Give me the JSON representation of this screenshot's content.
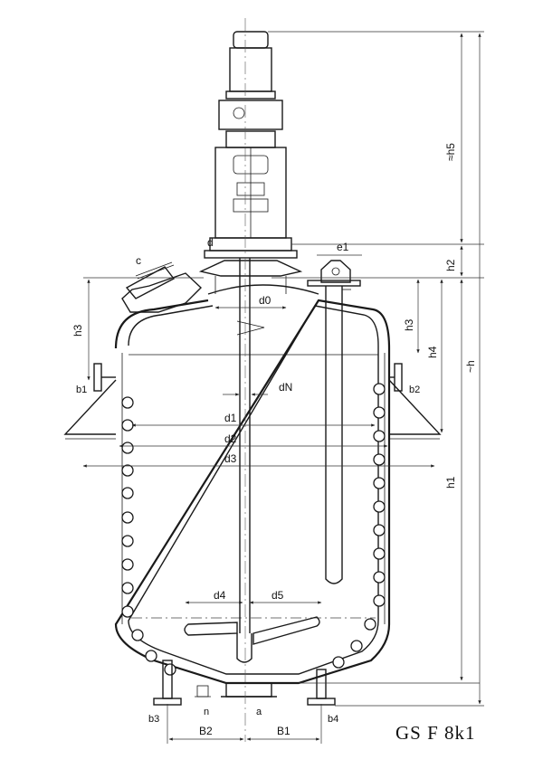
{
  "labels": {
    "c": "c",
    "d": "d",
    "e1": "e1",
    "d0": "d0",
    "dN": "dN",
    "d1": "d1",
    "d2": "d2",
    "d3": "d3",
    "d4": "d4",
    "d5": "d5",
    "h1": "h1",
    "h2": "h2",
    "h3_left": "h3",
    "h3_right": "h3",
    "h4": "h4",
    "h5": "≈h5",
    "h": "~h",
    "b1": "b1",
    "b2": "b2",
    "b3": "b3",
    "b4": "b4",
    "n": "n",
    "a": "a",
    "B1": "B1",
    "B2": "B2"
  },
  "title": "GS F 8k1"
}
